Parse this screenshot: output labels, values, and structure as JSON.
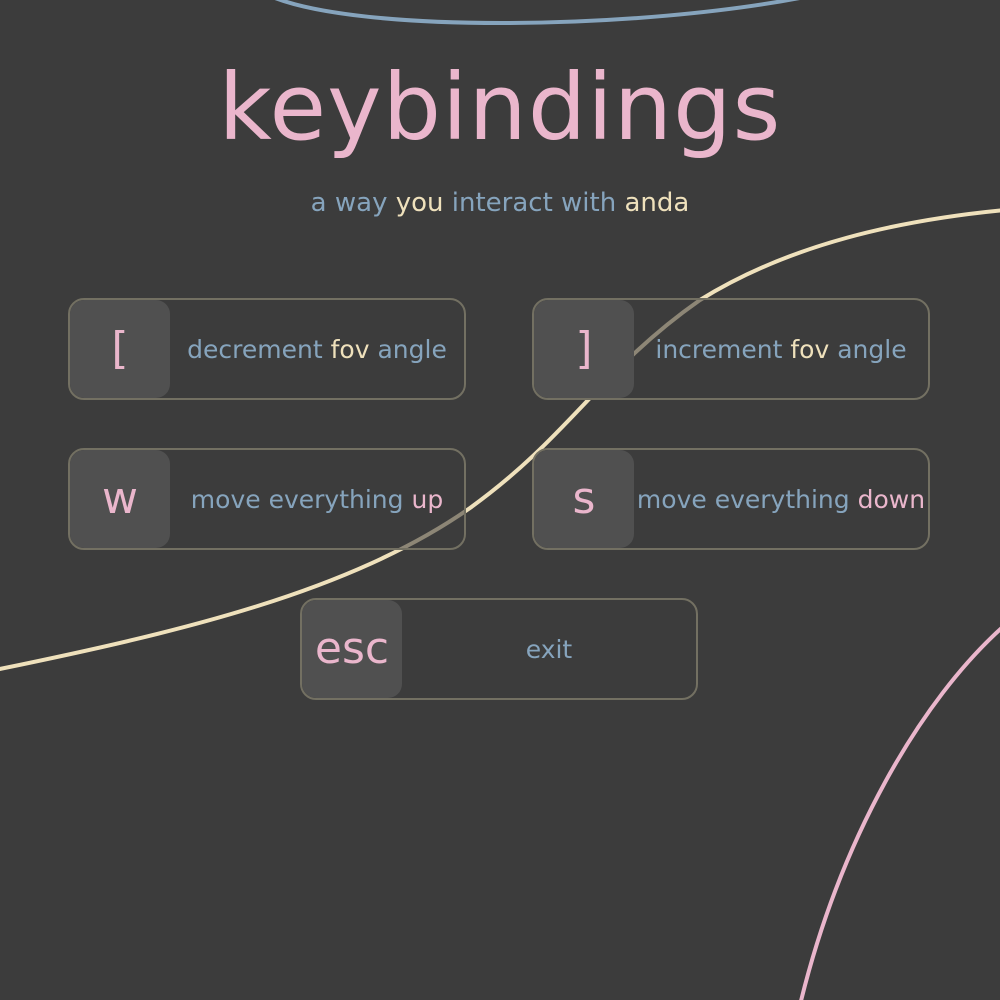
{
  "colors": {
    "background": "#3c3c3c",
    "pink": "#eab6cc",
    "blue": "#86a4bd",
    "cream": "#efe1bc",
    "card_border": "#737062",
    "key_fill": "#505050"
  },
  "header": {
    "title": "keybindings",
    "subtitle": [
      {
        "text": "a way ",
        "color": "blue"
      },
      {
        "text": "you",
        "color": "cream"
      },
      {
        "text": " interact with ",
        "color": "blue"
      },
      {
        "text": "anda",
        "color": "cream"
      }
    ]
  },
  "bindings": [
    {
      "key": "[",
      "description": [
        {
          "text": "decrement ",
          "color": "blue"
        },
        {
          "text": "fov",
          "color": "cream"
        },
        {
          "text": " angle",
          "color": "blue"
        }
      ]
    },
    {
      "key": "]",
      "description": [
        {
          "text": "increment ",
          "color": "blue"
        },
        {
          "text": "fov",
          "color": "cream"
        },
        {
          "text": " angle",
          "color": "blue"
        }
      ]
    },
    {
      "key": "w",
      "description": [
        {
          "text": "move everything ",
          "color": "blue"
        },
        {
          "text": "up",
          "color": "pink"
        }
      ]
    },
    {
      "key": "s",
      "description": [
        {
          "text": "move everything ",
          "color": "blue"
        },
        {
          "text": "down",
          "color": "pink"
        }
      ]
    },
    {
      "key": "esc",
      "description": [
        {
          "text": "exit",
          "color": "blue"
        }
      ]
    }
  ]
}
